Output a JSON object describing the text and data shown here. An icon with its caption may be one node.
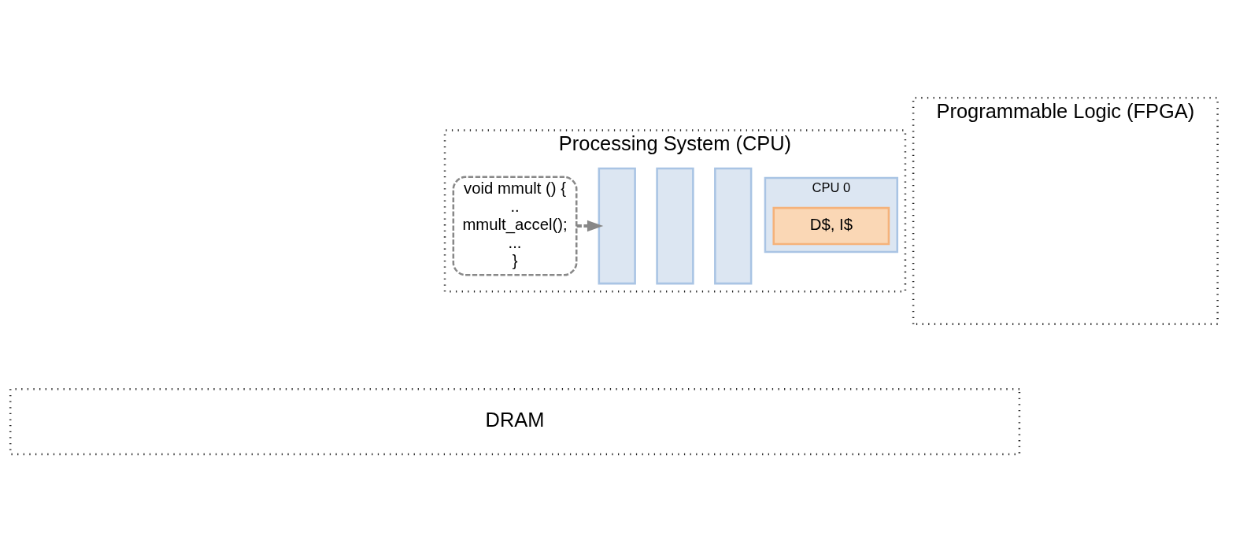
{
  "diagram": {
    "nodes": [
      {
        "text": [
          "Processing System (CPU)"
        ]
      },
      {
        "text": [
          "void mmult () {",
          "..",
          "mmult_accel();",
          "...",
          "}"
        ],
        "in": 0
      },
      {
        "text": [],
        "shape": "box",
        "in": 0
      },
      {
        "text": [],
        "shape": "box",
        "in": 0
      },
      {
        "text": [],
        "shape": "box",
        "in": 0
      },
      {
        "text": [
          "CPU 0"
        ],
        "in": 0
      },
      {
        "text": [
          "D$, I$"
        ],
        "in": 5
      },
      {
        "text": [
          "Programmable Logic (FPGA)"
        ]
      },
      {
        "text": [
          "DRAM"
        ]
      }
    ],
    "edges": [
      {
        "from": 1,
        "to": 2,
        "arrow": "to",
        "style": "dashed"
      }
    ]
  }
}
